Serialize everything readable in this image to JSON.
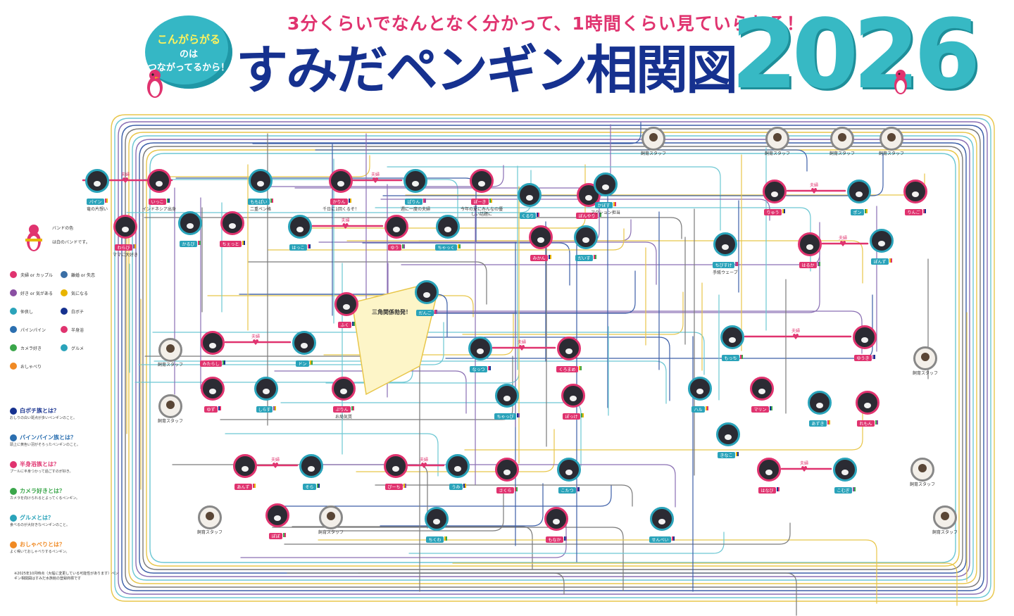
{
  "header": {
    "tagline": "3分くらいでなんとなく分かって、1時間くらい見ていられる！",
    "title": "すみだペンギン相関図",
    "year": "2026",
    "bubble": {
      "line1": "こんがらがる",
      "line2": "のは",
      "line3": "つながってるから！"
    }
  },
  "legend": {
    "band_label": "バンドの色",
    "white_label": "は白のバンドです。",
    "items": [
      {
        "label": "夫婦 or カップル",
        "icon": "heart-red-icon",
        "color": "#e0336f"
      },
      {
        "label": "離婚 or 失恋",
        "icon": "broken-heart-icon",
        "color": "#3a6ea5"
      },
      {
        "label": "好き or 気がある",
        "icon": "heart-purple-icon",
        "color": "#8a4fa3"
      },
      {
        "label": "気になる",
        "icon": "heart-yellow-icon",
        "color": "#e8b400"
      },
      {
        "label": "仲良し",
        "icon": "smile-icon",
        "color": "#2aa3ba"
      },
      {
        "label": "白ボチ",
        "icon": "white-dot-icon",
        "color": "#16318f"
      },
      {
        "label": "パインパイン",
        "icon": "pine-icon",
        "color": "#2b6fb0"
      },
      {
        "label": "半身浴",
        "icon": "bath-icon",
        "color": "#e0336f"
      },
      {
        "label": "カメラ好き",
        "icon": "camera-icon",
        "color": "#3aa64a"
      },
      {
        "label": "グルメ",
        "icon": "gourmet-icon",
        "color": "#2aa3ba"
      },
      {
        "label": "おしゃべり",
        "icon": "chat-icon",
        "color": "#f08a24"
      }
    ],
    "questions": [
      {
        "title": "白ボチ族とは？",
        "icon": "white-dot-icon",
        "color": "#16318f",
        "desc": "おしりの白い斑点が多いペンギンのこと。"
      },
      {
        "title": "パインパイン族とは？",
        "icon": "pine-icon",
        "color": "#2b6fb0",
        "desc": "頭上に黄色い羽がそろったペンギンのこと。"
      },
      {
        "title": "半身浴族とは？",
        "icon": "bath-icon",
        "color": "#e0336f",
        "desc": "プールに半身つかって過ごすのが好き。"
      },
      {
        "title": "カメラ好きとは？",
        "icon": "camera-icon",
        "color": "#3aa64a",
        "desc": "カメラを向けられるとよってくるペンギン。"
      },
      {
        "title": "グルメとは？",
        "icon": "gourmet-icon",
        "color": "#2aa3ba",
        "desc": "食べるのが大好きなペンギンのこと。"
      },
      {
        "title": "おしゃべりとは？",
        "icon": "chat-icon",
        "color": "#f08a24",
        "desc": "よく鳴いておしゃべりするペンギン。"
      }
    ],
    "note": "※2025年10月時点（大幅に変更している可能性があります）ペンギン相関図はすみだ水族館の登録商標です"
  },
  "nodes": [
    {
      "name": "パイン",
      "desc": "竜の片想い",
      "color": "#2aa3ba",
      "bands": [
        "#e0336f",
        "#e8b400"
      ]
    },
    {
      "name": "いっこ",
      "desc": "インドネシア出身",
      "color": "#e0336f",
      "bands": [
        "#3aa64a",
        "#16318f"
      ]
    },
    {
      "name": "わらび",
      "desc": "ママに大好き",
      "color": "#e0336f",
      "bands": [
        "#8a4fa3",
        "#e8b400"
      ]
    },
    {
      "name": "かるび",
      "desc": "",
      "color": "#2aa3ba",
      "bands": [
        "#e0336f",
        "#3aa64a"
      ]
    },
    {
      "name": "ちぇっと",
      "desc": "",
      "color": "#e0336f",
      "bands": [
        "#e8b400",
        "#16318f"
      ]
    },
    {
      "name": "ももぱい",
      "desc": "二重ペン格",
      "color": "#2aa3ba",
      "bands": [
        "#3aa64a",
        "#e0336f"
      ]
    },
    {
      "name": "かりん",
      "desc": "千日に1回くるぞ！",
      "color": "#e0336f",
      "bands": [
        "#16318f",
        "#e8b400"
      ]
    },
    {
      "name": "ぱりん",
      "desc": "週に一度の夫婦",
      "color": "#2aa3ba",
      "bands": [
        "#e0336f",
        "#8a4fa3"
      ]
    },
    {
      "name": "ぽーき",
      "desc": "今年の夏にみんなの優しい話題に",
      "color": "#e0336f",
      "bands": [
        "#3aa64a",
        "#e8b400"
      ]
    },
    {
      "name": "くるり",
      "desc": "",
      "color": "#2aa3ba",
      "bands": [
        "#16318f",
        "#e0336f"
      ]
    },
    {
      "name": "ぼんやり",
      "desc": "",
      "color": "#e0336f",
      "bands": [
        "#8a4fa3",
        "#3aa64a"
      ]
    },
    {
      "name": "かぼす",
      "desc": "アクション担当",
      "color": "#2aa3ba",
      "bands": [
        "#e8b400",
        "#e0336f"
      ]
    },
    {
      "name": "はっこ",
      "desc": "",
      "color": "#2aa3ba",
      "bands": [
        "#e0336f",
        "#16318f"
      ]
    },
    {
      "name": "ゆう",
      "desc": "",
      "color": "#e0336f",
      "bands": [
        "#3aa64a",
        "#8a4fa3"
      ]
    },
    {
      "name": "ちゃっく",
      "desc": "",
      "color": "#2aa3ba",
      "bands": [
        "#e8b400",
        "#3aa64a"
      ]
    },
    {
      "name": "みかん",
      "desc": "",
      "color": "#e0336f",
      "bands": [
        "#16318f",
        "#e8b400"
      ]
    },
    {
      "name": "だいす",
      "desc": "",
      "color": "#2aa3ba",
      "bands": [
        "#e0336f",
        "#3aa64a"
      ]
    },
    {
      "name": "ちびすけ",
      "desc": "手紙ウェーブ",
      "color": "#2aa3ba",
      "bands": [
        "#8a4fa3",
        "#e0336f"
      ]
    },
    {
      "name": "りゅう",
      "desc": "",
      "color": "#e0336f",
      "bands": [
        "#e8b400",
        "#16318f"
      ]
    },
    {
      "name": "ポン",
      "desc": "",
      "color": "#2aa3ba",
      "bands": [
        "#3aa64a",
        "#e8b400"
      ]
    },
    {
      "name": "りんご",
      "desc": "",
      "color": "#e0336f",
      "bands": [
        "#e0336f",
        "#16318f"
      ]
    },
    {
      "name": "はるか",
      "desc": "",
      "color": "#e0336f",
      "bands": [
        "#8a4fa3",
        "#3aa64a"
      ]
    },
    {
      "name": "ぽんず",
      "desc": "",
      "color": "#2aa3ba",
      "bands": [
        "#e8b400",
        "#e0336f"
      ]
    },
    {
      "name": "ふく",
      "desc": "",
      "color": "#e0336f",
      "bands": [
        "#16318f",
        "#3aa64a"
      ]
    },
    {
      "name": "だんご",
      "desc": "",
      "color": "#2aa3ba",
      "bands": [
        "#e0336f",
        "#8a4fa3"
      ]
    },
    {
      "name": "みたらし",
      "desc": "",
      "color": "#e0336f",
      "bands": [
        "#3aa64a",
        "#16318f"
      ]
    },
    {
      "name": "ドン",
      "desc": "",
      "color": "#2aa3ba",
      "bands": [
        "#e8b400",
        "#3aa64a"
      ]
    },
    {
      "name": "ゆず",
      "desc": "",
      "color": "#e0336f",
      "bands": [
        "#16318f",
        "#e0336f"
      ]
    },
    {
      "name": "しらす",
      "desc": "",
      "color": "#2aa3ba",
      "bands": [
        "#8a4fa3",
        "#e8b400"
      ]
    },
    {
      "name": "ぷりん",
      "desc": "お局気質",
      "color": "#e0336f",
      "bands": [
        "#3aa64a",
        "#e0336f"
      ]
    },
    {
      "name": "なっつ",
      "desc": "",
      "color": "#2aa3ba",
      "bands": [
        "#e0336f",
        "#16318f"
      ]
    },
    {
      "name": "くろまめ",
      "desc": "",
      "color": "#e0336f",
      "bands": [
        "#e8b400",
        "#3aa64a"
      ]
    },
    {
      "name": "ちゃっぴ",
      "desc": "",
      "color": "#2aa3ba",
      "bands": [
        "#16318f",
        "#8a4fa3"
      ]
    },
    {
      "name": "ぽっけ",
      "desc": "",
      "color": "#e0336f",
      "bands": [
        "#3aa64a",
        "#e8b400"
      ]
    },
    {
      "name": "もっち",
      "desc": "",
      "color": "#2aa3ba",
      "bands": [
        "#e0336f",
        "#3aa64a"
      ]
    },
    {
      "name": "ゆうき",
      "desc": "",
      "color": "#e0336f",
      "bands": [
        "#8a4fa3",
        "#16318f"
      ]
    },
    {
      "name": "ハル",
      "desc": "",
      "color": "#2aa3ba",
      "bands": [
        "#e8b400",
        "#e0336f"
      ]
    },
    {
      "name": "マリン",
      "desc": "",
      "color": "#e0336f",
      "bands": [
        "#16318f",
        "#3aa64a"
      ]
    },
    {
      "name": "あずき",
      "desc": "",
      "color": "#2aa3ba",
      "bands": [
        "#e0336f",
        "#e8b400"
      ]
    },
    {
      "name": "れもん",
      "desc": "",
      "color": "#e0336f",
      "bands": [
        "#3aa64a",
        "#8a4fa3"
      ]
    },
    {
      "name": "きなこ",
      "desc": "",
      "color": "#2aa3ba",
      "bands": [
        "#e8b400",
        "#16318f"
      ]
    },
    {
      "name": "はなび",
      "desc": "",
      "color": "#e0336f",
      "bands": [
        "#16318f",
        "#e0336f"
      ]
    },
    {
      "name": "こむぎ",
      "desc": "",
      "color": "#2aa3ba",
      "bands": [
        "#8a4fa3",
        "#3aa64a"
      ]
    },
    {
      "name": "あんず",
      "desc": "",
      "color": "#e0336f",
      "bands": [
        "#e0336f",
        "#e8b400"
      ]
    },
    {
      "name": "そら",
      "desc": "",
      "color": "#2aa3ba",
      "bands": [
        "#3aa64a",
        "#16318f"
      ]
    },
    {
      "name": "ぴーち",
      "desc": "",
      "color": "#e0336f",
      "bands": [
        "#e8b400",
        "#8a4fa3"
      ]
    },
    {
      "name": "うみ",
      "desc": "",
      "color": "#2aa3ba",
      "bands": [
        "#16318f",
        "#e8b400"
      ]
    },
    {
      "name": "さくら",
      "desc": "",
      "color": "#e0336f",
      "bands": [
        "#e0336f",
        "#3aa64a"
      ]
    },
    {
      "name": "こたつ",
      "desc": "",
      "color": "#2aa3ba",
      "bands": [
        "#8a4fa3",
        "#16318f"
      ]
    },
    {
      "name": "ぽぽ",
      "desc": "",
      "color": "#e0336f",
      "bands": [
        "#3aa64a",
        "#e0336f"
      ]
    },
    {
      "name": "ちくわ",
      "desc": "",
      "color": "#2aa3ba",
      "bands": [
        "#e8b400",
        "#3aa64a"
      ]
    },
    {
      "name": "もなか",
      "desc": "",
      "color": "#e0336f",
      "bands": [
        "#16318f",
        "#8a4fa3"
      ]
    },
    {
      "name": "せんべい",
      "desc": "",
      "color": "#2aa3ba",
      "bands": [
        "#e0336f",
        "#16318f"
      ]
    }
  ],
  "staff": [
    {
      "label": "飼育スタッフ"
    },
    {
      "label": "飼育スタッフ"
    },
    {
      "label": "飼育スタッフ"
    },
    {
      "label": "飼育スタッフ"
    },
    {
      "label": "飼育スタッフ"
    },
    {
      "label": "飼育スタッフ"
    },
    {
      "label": "飼育スタッフ"
    },
    {
      "label": "飼育スタッフ"
    },
    {
      "label": "飼育スタッフ"
    },
    {
      "label": "飼育スタッフ"
    },
    {
      "label": "飼育スタッフ"
    }
  ],
  "labels": {
    "couple": "夫婦",
    "center_box": "三角関係勃発！"
  },
  "colors": {
    "line_yellow": "#e8c64a",
    "line_teal": "#6cc7d3",
    "line_purple": "#8a6fb3",
    "line_blue": "#3d5fa8",
    "line_grey": "#7a7a7a",
    "line_pink": "#e0336f"
  }
}
